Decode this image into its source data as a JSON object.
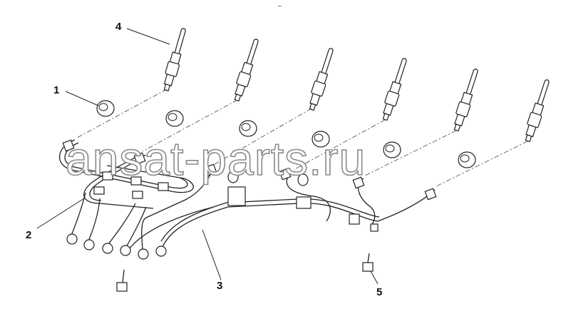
{
  "diagram": {
    "top_mark": "~",
    "watermark": "ansat-parts.ru",
    "callouts": [
      {
        "id": "1",
        "label": "1"
      },
      {
        "id": "2",
        "label": "2"
      },
      {
        "id": "3",
        "label": "3"
      },
      {
        "id": "4",
        "label": "4"
      },
      {
        "id": "5",
        "label": "5"
      }
    ]
  },
  "colors": {
    "line": "#222222",
    "watermark_outline": "#8a8a8a",
    "background": "#ffffff"
  }
}
